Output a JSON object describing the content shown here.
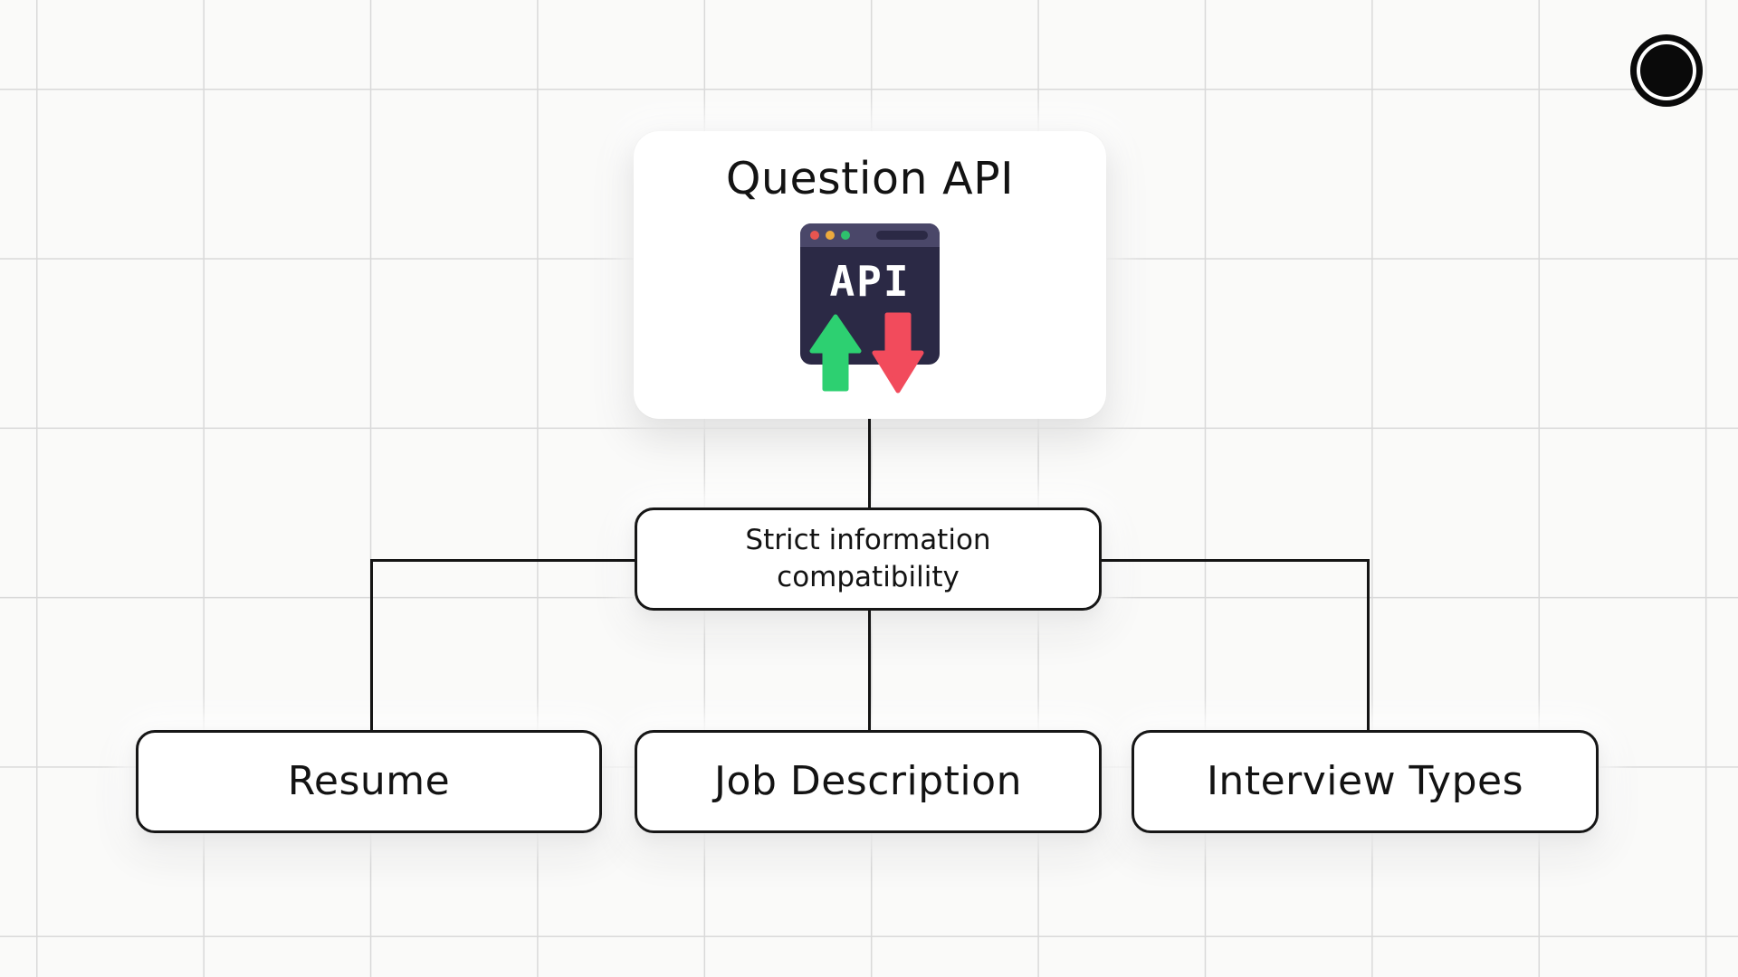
{
  "root_node": {
    "title": "Question API",
    "icon": {
      "name": "api-browser-icon",
      "label": "API"
    }
  },
  "middle_node": {
    "label": "Strict information compatibility"
  },
  "leaf_nodes": [
    {
      "label": "Resume"
    },
    {
      "label": "Job Description"
    },
    {
      "label": "Interview Types"
    }
  ],
  "marker": {
    "name": "target-circle-marker"
  },
  "colors": {
    "background": "#fafaf9",
    "grid_line": "#d9d9d9",
    "node_fill": "#ffffff",
    "node_border": "#161616",
    "connector": "#141414",
    "icon_window_body": "#2b2945",
    "icon_window_titlebar": "#4a4769",
    "icon_dot_red": "#e85550",
    "icon_dot_yellow": "#ecaa3d",
    "icon_dot_green": "#2ec16d",
    "icon_arrow_up_green": "#2dd071",
    "icon_arrow_down_red": "#f24b5c",
    "icon_text": "#ffffff",
    "marker_color": "#0a0a0a"
  }
}
